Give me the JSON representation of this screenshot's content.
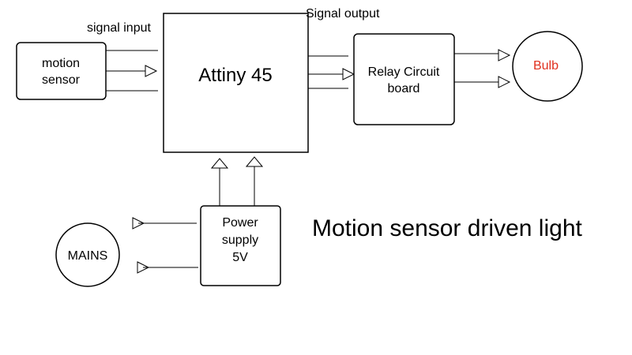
{
  "labels": {
    "signal_input": "signal input",
    "signal_output": "Signal output",
    "title": "Motion sensor driven light"
  },
  "blocks": {
    "motion_sensor": [
      "motion",
      "sensor"
    ],
    "attiny": "Attiny 45",
    "relay": [
      "Relay Circuit",
      "board"
    ],
    "bulb": "Bulb",
    "power": [
      "Power",
      "supply",
      "5V"
    ],
    "mains": "MAINS"
  },
  "colors": {
    "stroke": "#000000",
    "bulb_text": "#e0301e",
    "background": "#ffffff"
  }
}
